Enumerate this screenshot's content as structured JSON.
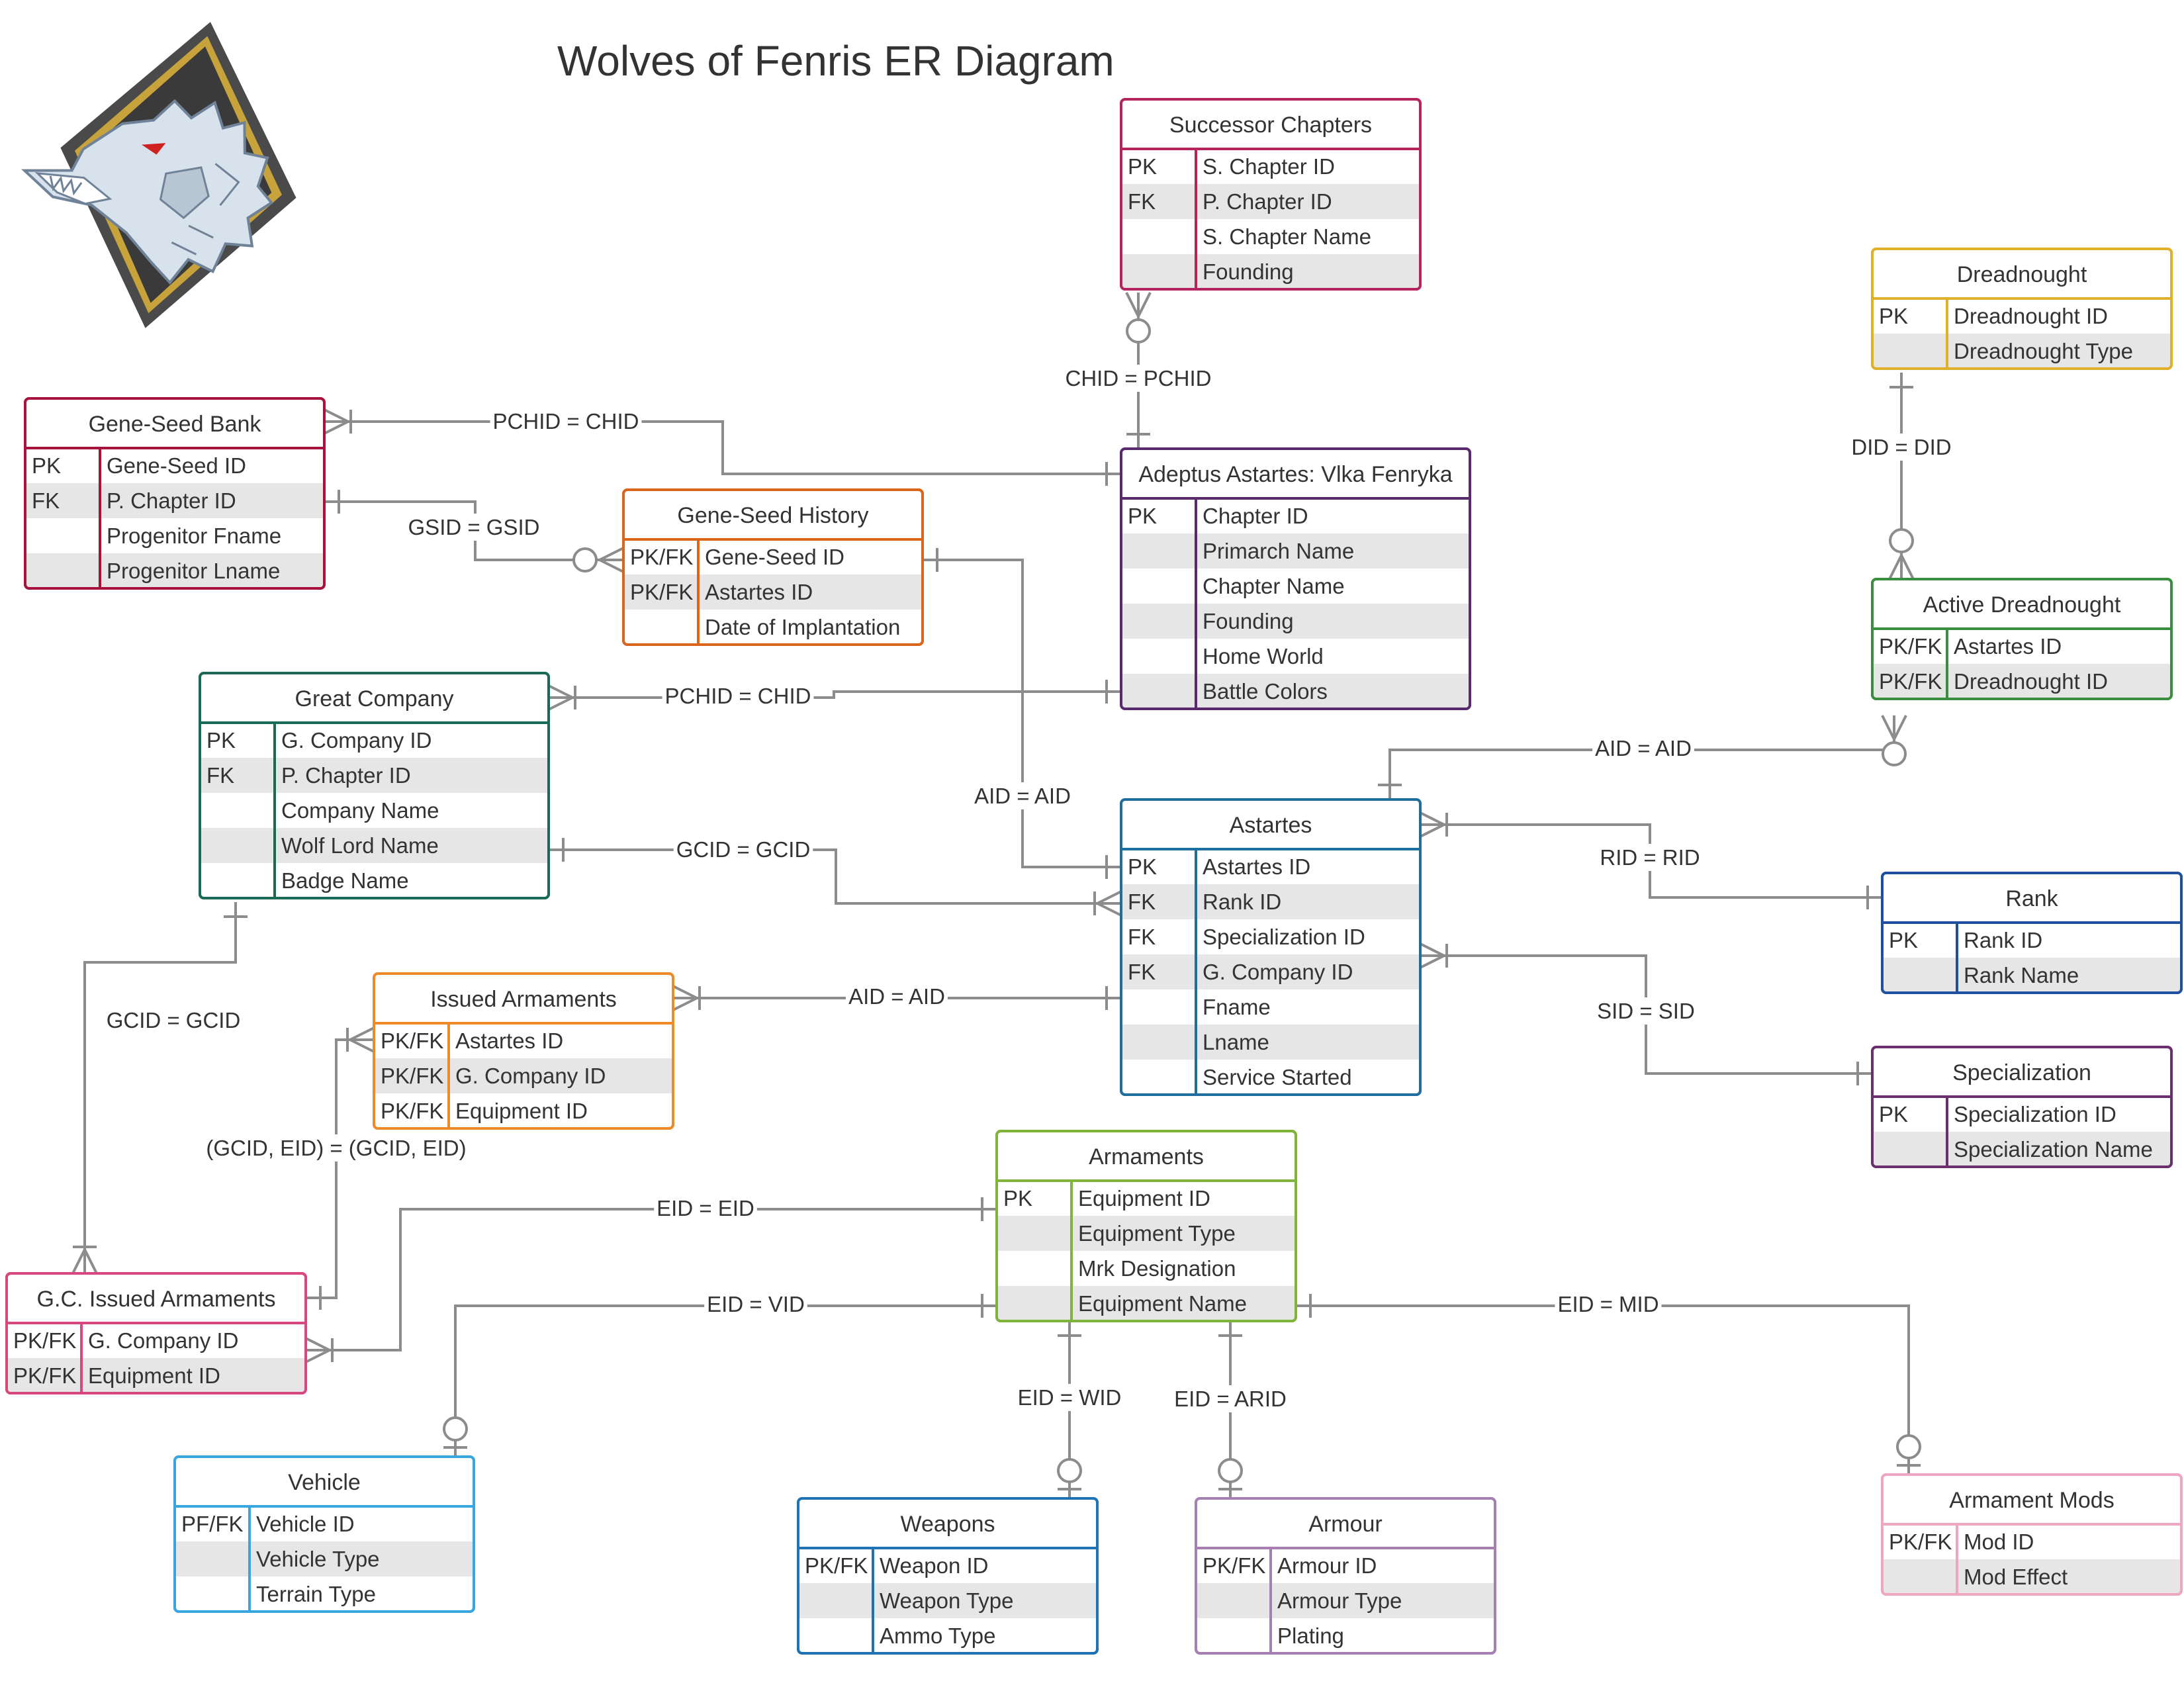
{
  "title": "Wolves of Fenris ER Diagram",
  "logo": {
    "icon": "wolf-head-emblem-icon",
    "colors": {
      "frame": "#5a5a5a",
      "gold": "#c8a23a",
      "fur": "#d8e2ec",
      "shade": "#6f8297",
      "eye": "#d02020"
    }
  },
  "line_color": "#8c8c8c",
  "entities": [
    {
      "id": "successor_chapters",
      "title": "Successor Chapters",
      "color": "#b5245e",
      "rows": [
        [
          "PK",
          "S. Chapter ID"
        ],
        [
          "FK",
          "P. Chapter ID"
        ],
        [
          "",
          "S. Chapter Name"
        ],
        [
          "",
          "Founding"
        ]
      ]
    },
    {
      "id": "dreadnought",
      "title": "Dreadnought",
      "color": "#e0b02a",
      "rows": [
        [
          "PK",
          "Dreadnought ID"
        ],
        [
          "",
          "Dreadnought Type"
        ]
      ]
    },
    {
      "id": "gene_seed_bank",
      "title": "Gene-Seed Bank",
      "color": "#a8133e",
      "rows": [
        [
          "PK",
          "Gene-Seed ID"
        ],
        [
          "FK",
          "P. Chapter ID"
        ],
        [
          "",
          "Progenitor Fname"
        ],
        [
          "",
          "Progenitor Lname"
        ]
      ]
    },
    {
      "id": "adeptus_astartes",
      "title": "Adeptus Astartes: Vlka Fenryka",
      "color": "#5a2a6e",
      "rows": [
        [
          "PK",
          "Chapter ID"
        ],
        [
          "",
          "Primarch Name"
        ],
        [
          "",
          "Chapter Name"
        ],
        [
          "",
          "Founding"
        ],
        [
          "",
          "Home World"
        ],
        [
          "",
          "Battle Colors"
        ]
      ]
    },
    {
      "id": "gene_seed_history",
      "title": "Gene-Seed History",
      "color": "#d9661b",
      "rows": [
        [
          "PK/FK",
          "Gene-Seed ID"
        ],
        [
          "PK/FK",
          "Astartes ID"
        ],
        [
          "",
          "Date of Implantation"
        ]
      ]
    },
    {
      "id": "active_dreadnought",
      "title": "Active Dreadnought",
      "color": "#3a8f3e",
      "rows": [
        [
          "PK/FK",
          "Astartes ID"
        ],
        [
          "PK/FK",
          "Dreadnought ID"
        ]
      ]
    },
    {
      "id": "great_company",
      "title": "Great Company",
      "color": "#1b6a58",
      "rows": [
        [
          "PK",
          "G. Company ID"
        ],
        [
          "FK",
          "P. Chapter ID"
        ],
        [
          "",
          "Company Name"
        ],
        [
          "",
          "Wolf Lord Name"
        ],
        [
          "",
          "Badge Name"
        ]
      ]
    },
    {
      "id": "astartes",
      "title": "Astartes",
      "color": "#1f6f9e",
      "rows": [
        [
          "PK",
          "Astartes ID"
        ],
        [
          "FK",
          "Rank ID"
        ],
        [
          "FK",
          "Specialization ID"
        ],
        [
          "FK",
          "G. Company ID"
        ],
        [
          "",
          "Fname"
        ],
        [
          "",
          "Lname"
        ],
        [
          "",
          "Service Started"
        ]
      ]
    },
    {
      "id": "rank",
      "title": "Rank",
      "color": "#1f4f9e",
      "rows": [
        [
          "PK",
          "Rank ID"
        ],
        [
          "",
          "Rank Name"
        ]
      ]
    },
    {
      "id": "issued_armaments",
      "title": "Issued Armaments",
      "color": "#ef8a2a",
      "rows": [
        [
          "PK/FK",
          "Astartes ID"
        ],
        [
          "PK/FK",
          "G. Company ID"
        ],
        [
          "PK/FK",
          "Equipment ID"
        ]
      ]
    },
    {
      "id": "specialization",
      "title": "Specialization",
      "color": "#6b2f6e",
      "rows": [
        [
          "PK",
          "Specialization ID"
        ],
        [
          "",
          "Specialization Name"
        ]
      ]
    },
    {
      "id": "armaments",
      "title": "Armaments",
      "color": "#7fb33c",
      "rows": [
        [
          "PK",
          "Equipment ID"
        ],
        [
          "",
          "Equipment Type"
        ],
        [
          "",
          "Mrk Designation"
        ],
        [
          "",
          "Equipment Name"
        ]
      ]
    },
    {
      "id": "gc_issued_armaments",
      "title": "G.C. Issued Armaments",
      "color": "#d8477e",
      "rows": [
        [
          "PK/FK",
          "G. Company ID"
        ],
        [
          "PK/FK",
          "Equipment ID"
        ]
      ]
    },
    {
      "id": "vehicle",
      "title": "Vehicle",
      "color": "#3aa6e0",
      "rows": [
        [
          "PF/FK",
          "Vehicle ID"
        ],
        [
          "",
          "Vehicle Type"
        ],
        [
          "",
          "Terrain Type"
        ]
      ]
    },
    {
      "id": "weapons",
      "title": "Weapons",
      "color": "#1f73b5",
      "rows": [
        [
          "PK/FK",
          "Weapon ID"
        ],
        [
          "",
          "Weapon Type"
        ],
        [
          "",
          "Ammo Type"
        ]
      ]
    },
    {
      "id": "armour",
      "title": "Armour",
      "color": "#a67fb3",
      "rows": [
        [
          "PK/FK",
          "Armour ID"
        ],
        [
          "",
          "Armour Type"
        ],
        [
          "",
          "Plating"
        ]
      ]
    },
    {
      "id": "armament_mods",
      "title": "Armament Mods",
      "color": "#f0a6c2",
      "rows": [
        [
          "PK/FK",
          "Mod ID"
        ],
        [
          "",
          "Mod Effect"
        ]
      ]
    }
  ],
  "relationships": [
    {
      "id": "r_chid_pchid",
      "label": "CHID = PCHID",
      "from": "adeptus_astartes",
      "to": "successor_chapters",
      "from_end": "one",
      "to_end": "zero-or-many"
    },
    {
      "id": "r_gsb_pchid",
      "label": "PCHID = CHID",
      "from": "adeptus_astartes",
      "to": "gene_seed_bank",
      "from_end": "one",
      "to_end": "many"
    },
    {
      "id": "r_gsid",
      "label": "GSID = GSID",
      "from": "gene_seed_bank",
      "to": "gene_seed_history",
      "from_end": "one",
      "to_end": "zero-or-many"
    },
    {
      "id": "r_did",
      "label": "DID = DID",
      "from": "dreadnought",
      "to": "active_dreadnought",
      "from_end": "one",
      "to_end": "zero-or-many"
    },
    {
      "id": "r_gc_pchid",
      "label": "PCHID = CHID",
      "from": "adeptus_astartes",
      "to": "great_company",
      "from_end": "one",
      "to_end": "many"
    },
    {
      "id": "r_hist_aid",
      "label": "AID = AID",
      "from": "astartes",
      "to": "gene_seed_history",
      "from_end": "one",
      "to_end": "one"
    },
    {
      "id": "r_ad_aid",
      "label": "AID = AID",
      "from": "astartes",
      "to": "active_dreadnought",
      "from_end": "one",
      "to_end": "zero-or-many"
    },
    {
      "id": "r_gcid",
      "label": "GCID = GCID",
      "from": "great_company",
      "to": "astartes",
      "from_end": "one",
      "to_end": "many"
    },
    {
      "id": "r_rid",
      "label": "RID = RID",
      "from": "rank",
      "to": "astartes",
      "from_end": "one",
      "to_end": "many"
    },
    {
      "id": "r_sid",
      "label": "SID = SID",
      "from": "specialization",
      "to": "astartes",
      "from_end": "one",
      "to_end": "many"
    },
    {
      "id": "r_ia_aid",
      "label": "AID = AID",
      "from": "astartes",
      "to": "issued_armaments",
      "from_end": "one",
      "to_end": "many"
    },
    {
      "id": "r_gc_gcid",
      "label": "GCID = GCID",
      "from": "great_company",
      "to": "gc_issued_armaments",
      "from_end": "one",
      "to_end": "many"
    },
    {
      "id": "r_gcid_eid",
      "label": "(GCID, EID) = (GCID, EID)",
      "from": "gc_issued_armaments",
      "to": "issued_armaments",
      "from_end": "one",
      "to_end": "many"
    },
    {
      "id": "r_gc_eid",
      "label": "EID = EID",
      "from": "armaments",
      "to": "gc_issued_armaments",
      "from_end": "one",
      "to_end": "many"
    },
    {
      "id": "r_vid",
      "label": "EID = VID",
      "from": "armaments",
      "to": "vehicle",
      "from_end": "one",
      "to_end": "zero-or-one"
    },
    {
      "id": "r_wid",
      "label": "EID = WID",
      "from": "armaments",
      "to": "weapons",
      "from_end": "one",
      "to_end": "zero-or-one"
    },
    {
      "id": "r_arid",
      "label": "EID = ARID",
      "from": "armaments",
      "to": "armour",
      "from_end": "one",
      "to_end": "zero-or-one"
    },
    {
      "id": "r_mid",
      "label": "EID = MID",
      "from": "armaments",
      "to": "armament_mods",
      "from_end": "one",
      "to_end": "zero-or-one"
    }
  ]
}
